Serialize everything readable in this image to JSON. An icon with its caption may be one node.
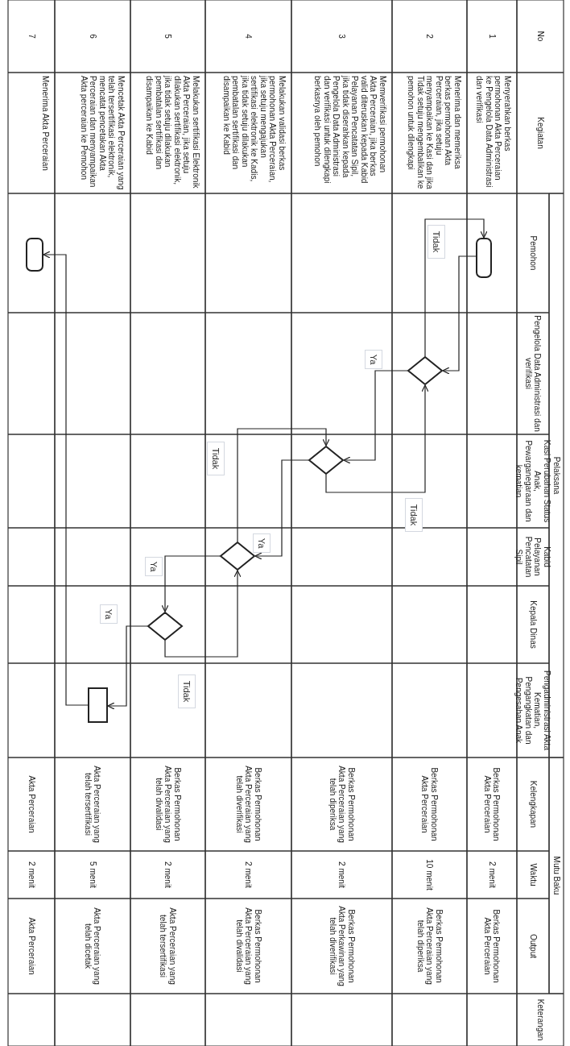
{
  "diagram": {
    "nodes": [
      {
        "text": [],
        "shape": "box"
      },
      {
        "text": [],
        "shape": "diamond"
      },
      {
        "text": [],
        "shape": "diamond"
      },
      {
        "text": [],
        "shape": "diamond"
      },
      {
        "text": [],
        "shape": "diamond"
      },
      {
        "text": [],
        "shape": "box"
      },
      {
        "text": [],
        "shape": "box"
      }
    ],
    "edges": [
      {
        "from": 0,
        "to": 1,
        "arrow": "to"
      },
      {
        "from": 1,
        "to": 0,
        "arrow": "to",
        "label": "Tidak"
      },
      {
        "from": 1,
        "to": 2,
        "arrow": "to",
        "label": "Ya"
      },
      {
        "from": 2,
        "to": 1,
        "arrow": "to",
        "label": "Tidak"
      },
      {
        "from": 2,
        "to": 3,
        "arrow": "to",
        "label": "Ya"
      },
      {
        "from": 3,
        "to": 2,
        "arrow": "to",
        "label": "Tidak"
      },
      {
        "from": 3,
        "to": 4,
        "arrow": "to",
        "label": "Ya"
      },
      {
        "from": 4,
        "to": 3,
        "arrow": "to",
        "label": "Tidak"
      },
      {
        "from": 4,
        "to": 5,
        "arrow": "to",
        "label": "Ya"
      },
      {
        "from": 5,
        "to": 6,
        "arrow": "to"
      }
    ],
    "labels": [
      "No",
      "Kegiatan",
      "Pelaksana",
      "Mutu Baku",
      "Keterangan",
      "Pemohon",
      "Pengelola Data Administrasi dan verifikasi",
      "Kasi Perubahan Status Anak, Pewarganegaraan dan kematian",
      "Kabid Pelayanan Pencatatan Sipil",
      "Kepala Dinas",
      "Pengadministrasi Akta Kematian, Pengangkatan dan Pengesahan Anak",
      "Kelengkapan",
      "Waktu",
      "Output",
      "1",
      "Menyerahkan berkas permohonan Akta Perceraian ke Pengelola Data Administrasi dan verifikasi",
      "Berkas Permohonan Akta Perceraian",
      "2 menit",
      "Berkas Permohonan Akta Perceraian",
      "2",
      "Menerima dan memeriksa berkas permohonan Akta Perceraian, jika setuju menyampaikan ke Kasi dan jika Tidak setuju mengembalikan ke pemohon untuk dilengkapi",
      "Berkas Permohonan Akta Perceraian",
      "10 menit",
      "Berkas Permohonan Akta Perceraian yang telah diperiksa",
      "3",
      "Memverifikasi permohonan Akta Perceraian, jika berkas valid diteruskan kepada Kabid Pelayanan Pencatatan Sipil, jika tidak diserahkan kepada Pengelola Data Administrasi dan verifikasi untuk dilengkapi berkasnya oleh pemohon",
      "Berkas Permohonan Akta Perceraian yang telah diperiksa",
      "2 menit",
      "Berkas Permohonan Akta Perkawinan yang telah diverifikasi",
      "4",
      "Melakukan validasi berkas permohonan Akta Perceraian, jika setuju mengajukan sertifikasi elektronik ke Kadis, jika tidak setuju dilakukan pembatalan sertifikasi dan disampaikan ke Kabid",
      "Berkas Permohonan Akta Perceraian yang telah diverifikasi",
      "2 menit",
      "Berkas Permohonan Akta Perceraian yang telah divalidasi",
      "5",
      "Melakukan sertifikasi Elektronik Akta Perceraian, jika setuju dilakukan sertifikasi elektronik, jika tidak setuju dilakukan pembatalan sertifikasi dan disampaikan ke Kabid",
      "Berkas Permohonan Akta Perceraian yang telah divalidasi",
      "2 menit",
      "Akta Perceraian yang telah tersertifikasi",
      "6",
      "Mencetak Akta Perceraian yang telah tersertifikasi elektronik, mencatat pencetakan Akta Perceraian dan menyampaikan Akta perceraian ke Pemohon",
      "Akta Perceraian yang telah tersertifikasi",
      "5 menit",
      "Akta Perceraian yang telah dicetak",
      "7",
      "Menerima Akta Perceraian",
      "Akta Perceraian",
      "2 menit",
      "Akta Perceraian"
    ]
  }
}
